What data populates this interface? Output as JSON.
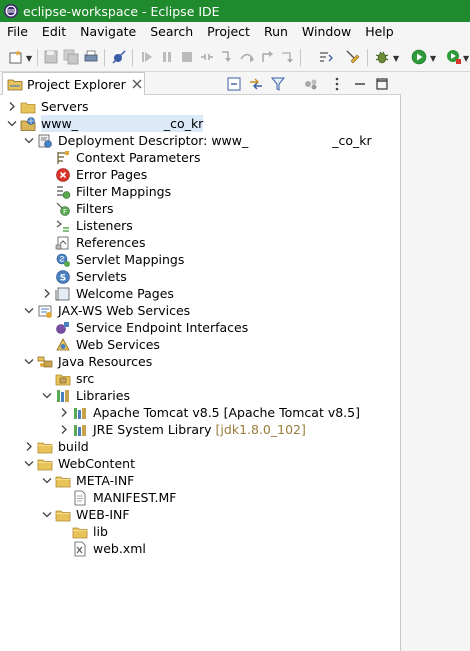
{
  "window": {
    "title": "eclipse-workspace - Eclipse IDE"
  },
  "menu": [
    "File",
    "Edit",
    "Navigate",
    "Search",
    "Project",
    "Run",
    "Window",
    "Help"
  ],
  "toolbar": {
    "icons": [
      "new-wizard-icon",
      "save-icon",
      "save-all-icon",
      "print-icon",
      "skip-breakpoints-icon",
      "resume-icon",
      "suspend-icon",
      "terminate-icon",
      "disconnect-icon",
      "step-into-icon",
      "step-over-icon",
      "step-return-icon",
      "drop-to-frame-icon",
      "use-step-filters-icon",
      "external-tools-icon",
      "debug-icon",
      "run-icon",
      "coverage-icon"
    ]
  },
  "view": {
    "tab_label": "Project Explorer",
    "toolbar_icons": [
      "collapse-all-icon",
      "link-with-editor-icon",
      "filter-icon",
      "focus-icon",
      "view-menu-icon",
      "minimize-icon",
      "maximize-icon"
    ]
  },
  "tree": {
    "servers": "Servers",
    "project_prefix": "www_",
    "project_suffix": "_co_kr",
    "deployment_descriptor_prefix": "Deployment Descriptor: www_",
    "deployment_descriptor_suffix": "_co_kr",
    "context_parameters": "Context Parameters",
    "error_pages": "Error Pages",
    "filter_mappings": "Filter Mappings",
    "filters": "Filters",
    "listeners": "Listeners",
    "references": "References",
    "servlet_mappings": "Servlet Mappings",
    "servlets": "Servlets",
    "welcome_pages": "Welcome Pages",
    "jax_ws": "JAX-WS Web Services",
    "service_endpoint_interfaces": "Service Endpoint Interfaces",
    "web_services": "Web Services",
    "java_resources": "Java Resources",
    "src": "src",
    "libraries": "Libraries",
    "tomcat": "Apache Tomcat v8.5 [Apache Tomcat v8.5]",
    "jre": "JRE System Library",
    "jre_decoration": "[jdk1.8.0_102]",
    "build": "build",
    "web_content": "WebContent",
    "meta_inf": "META-INF",
    "manifest": "MANIFEST.MF",
    "web_inf": "WEB-INF",
    "lib": "lib",
    "web_xml": "web.xml"
  },
  "colors": {
    "title_bar": "#1f8a2e",
    "selection": "#dce9f8",
    "folder": "#e8c35a",
    "decoration_text": "#9a7d3c"
  }
}
